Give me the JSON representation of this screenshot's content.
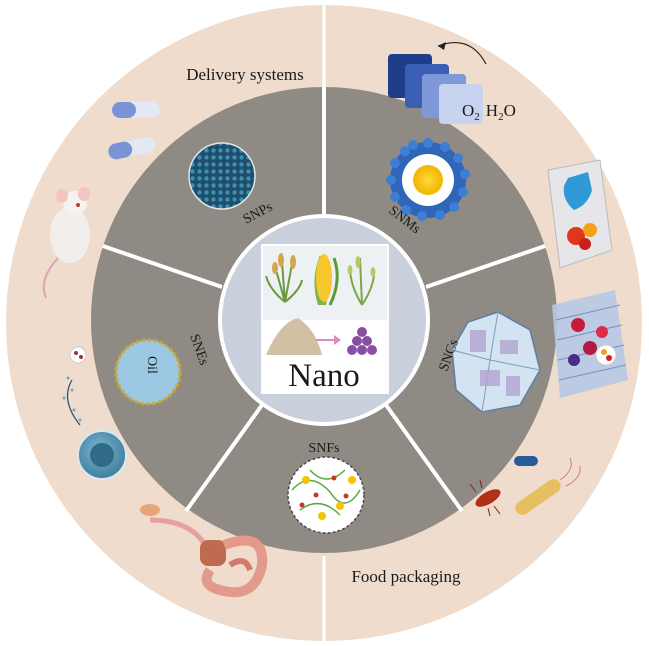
{
  "center": {
    "title": "Nano"
  },
  "segments": {
    "snps": "SNPs",
    "snms": "SNMs",
    "sncs": "SNCs",
    "snfs": "SNFs",
    "snes": "SNEs"
  },
  "oil_label": "Oil",
  "outer": {
    "delivery": "Delivery systems",
    "packaging": "Food packaging"
  },
  "gas_labels": {
    "o2": "O",
    "o2_sub": "2",
    "h2o_h": "H",
    "h2o_sub": "2",
    "h2o_o": "O"
  },
  "colors": {
    "outer_ring": "#efdccc",
    "inner_disk": "#8f8b84",
    "center_disk": "#c9d0db",
    "divider": "#ffffff"
  }
}
